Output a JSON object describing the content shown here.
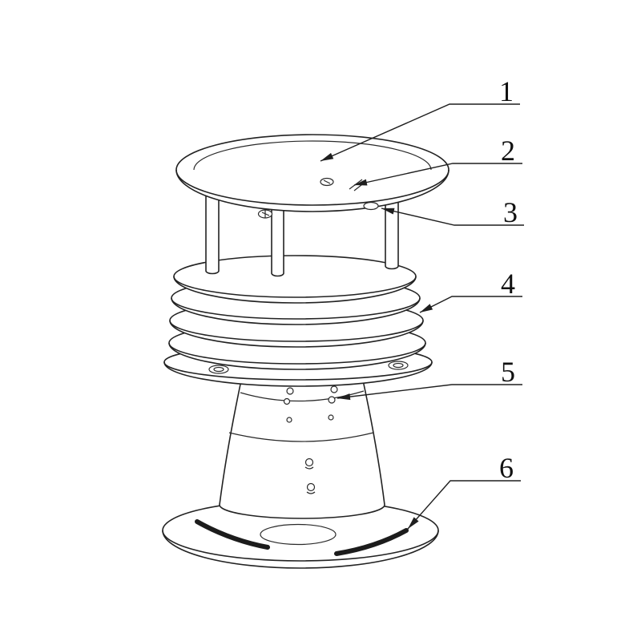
{
  "diagram": {
    "background_color": "#ffffff",
    "line_color": "#222222",
    "callouts": [
      {
        "label": "1"
      },
      {
        "label": "2"
      },
      {
        "label": "3"
      },
      {
        "label": "4"
      },
      {
        "label": "5"
      },
      {
        "label": "6"
      }
    ]
  }
}
